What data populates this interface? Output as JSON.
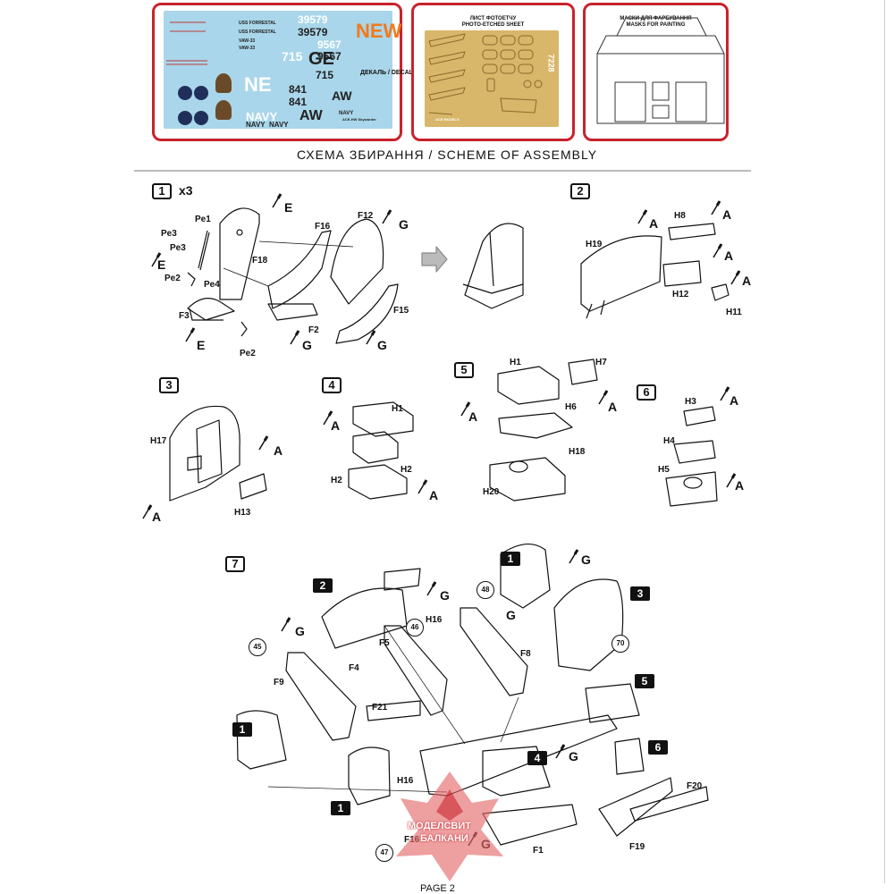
{
  "header": {
    "new_label": "NEW",
    "decal": {
      "caption": "ДЕКАЛЬ / DECAL",
      "codes": [
        "39579",
        "39579",
        "9567",
        "9567",
        "715",
        "715",
        "841",
        "841"
      ],
      "letters": [
        "GE",
        "NE",
        "AW",
        "AW"
      ],
      "navy": [
        "NAVY",
        "NAVY",
        "NAVY",
        "NAVY"
      ],
      "forrestal": [
        "USS FORRESTAL",
        "USS FORRESTAL"
      ],
      "vaw": [
        "VAW-33",
        "VAW-33"
      ],
      "brand_note": "ACE-HW Skywarder"
    },
    "pe_sheet": {
      "title_ua": "ЛИСТ ФОТОЕТЧУ",
      "title_en": "PHOTO-ETCHED SHEET",
      "code": "7228",
      "brand": "ACE MODELS"
    },
    "masks": {
      "title_ua": "МАСКИ ДЛЯ ФАРБУВАННЯ",
      "title_en": "MASKS FOR PAINTING"
    }
  },
  "section_title": "СХЕМА ЗБИРАННЯ / SCHEME OF ASSEMBLY",
  "steps": {
    "s1": {
      "num": "1",
      "mult": "x3",
      "parts": [
        "Pe1",
        "Pe3",
        "Pe3",
        "Pe2",
        "Pe4",
        "F3",
        "Pe2",
        "F18",
        "F16",
        "F12",
        "F2",
        "F15"
      ],
      "paints": [
        "E",
        "E",
        "E",
        "G",
        "G",
        "G"
      ]
    },
    "s2": {
      "num": "2",
      "parts": [
        "H8",
        "H19",
        "H12",
        "H11"
      ],
      "paints": [
        "A",
        "A",
        "A",
        "A"
      ]
    },
    "s3": {
      "num": "3",
      "parts": [
        "H17",
        "H13"
      ],
      "paints": [
        "A",
        "A"
      ]
    },
    "s4": {
      "num": "4",
      "parts": [
        "H1",
        "H2",
        "H2"
      ],
      "paints": [
        "A",
        "A"
      ]
    },
    "s5": {
      "num": "5",
      "parts": [
        "H1",
        "H7",
        "H6",
        "H18",
        "H20"
      ],
      "paints": [
        "A",
        "A"
      ]
    },
    "s6": {
      "num": "6",
      "parts": [
        "H3",
        "H4",
        "H5"
      ],
      "paints": [
        "A",
        "A"
      ]
    },
    "s7": {
      "num": "7",
      "subs": [
        "1",
        "2",
        "3",
        "5",
        "1",
        "6",
        "4",
        "1"
      ],
      "parts": [
        "H16",
        "F5",
        "F8",
        "F9",
        "F4",
        "F21",
        "F20",
        "F19",
        "F1",
        "H16",
        "F16"
      ],
      "circles": [
        "45",
        "46",
        "48",
        "70",
        "47"
      ],
      "paints": [
        "G",
        "G",
        "G",
        "G",
        "G",
        "G"
      ]
    }
  },
  "watermark": {
    "line1": "МОДЕЛСВИТ",
    "line2": "БАЛКАНИ"
  },
  "footer": "PAGE 2"
}
